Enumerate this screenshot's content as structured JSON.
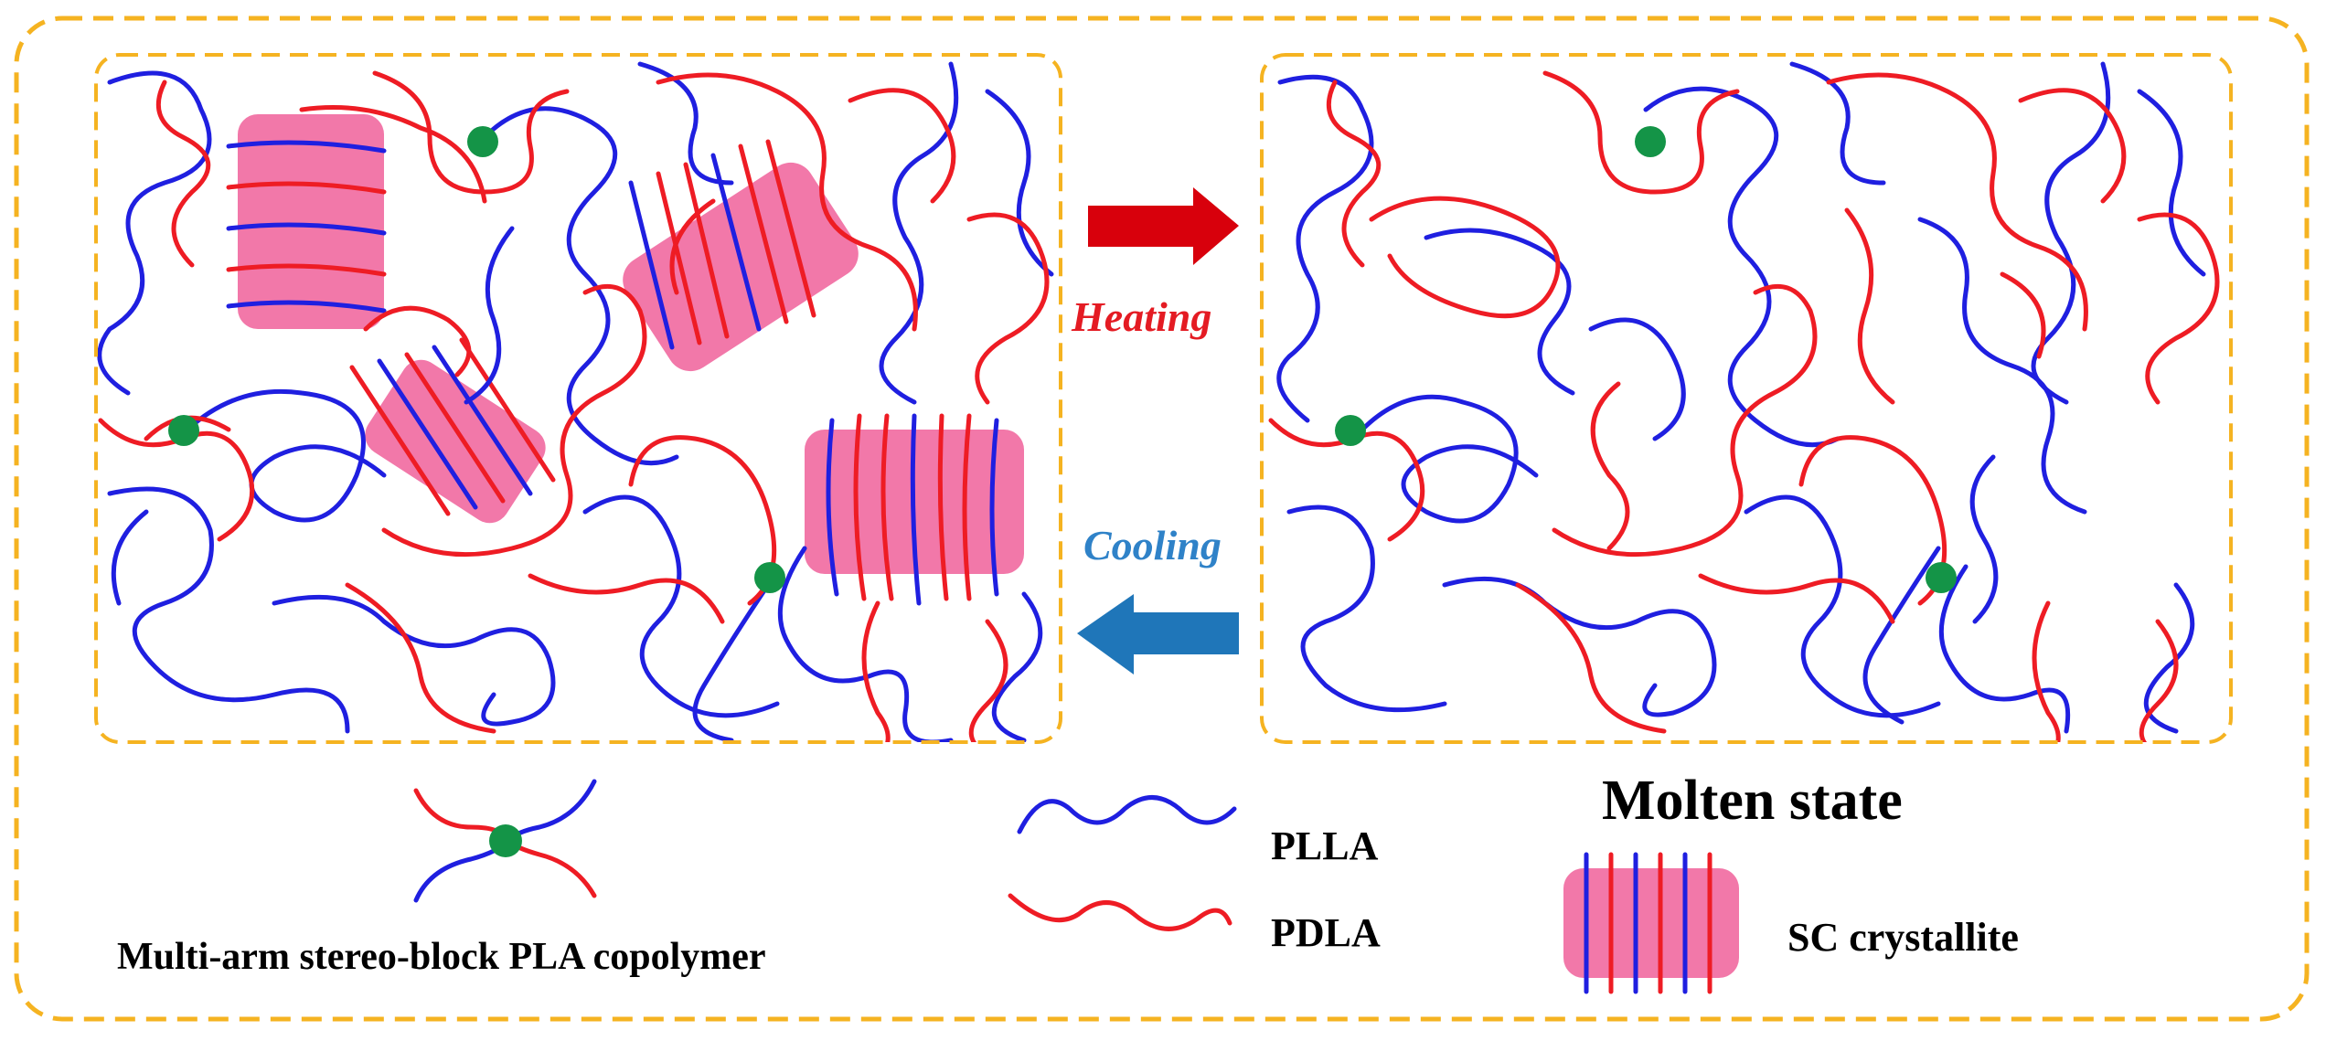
{
  "colors": {
    "plla": "#1f1fe0",
    "pdla": "#ee1c24",
    "node": "#149447",
    "crystallite": "#f0609a",
    "frame": "#f5b321",
    "heat_arrow": "#d8000c",
    "cool_arrow": "#1f76b9",
    "heating_text": "#e41b23",
    "cooling_text": "#2f82c8"
  },
  "labels": {
    "heating": "Heating",
    "cooling": "Cooling",
    "molten_state": "Molten state",
    "copolymer": "Multi-arm stereo-block PLA copolymer",
    "plla": "PLLA",
    "pdla": "PDLA",
    "sc_crystallite": "SC crystallite"
  },
  "icons": {
    "heating_arrow": "right-arrow-icon",
    "cooling_arrow": "left-arrow-icon",
    "junction": "branch-node-icon"
  }
}
